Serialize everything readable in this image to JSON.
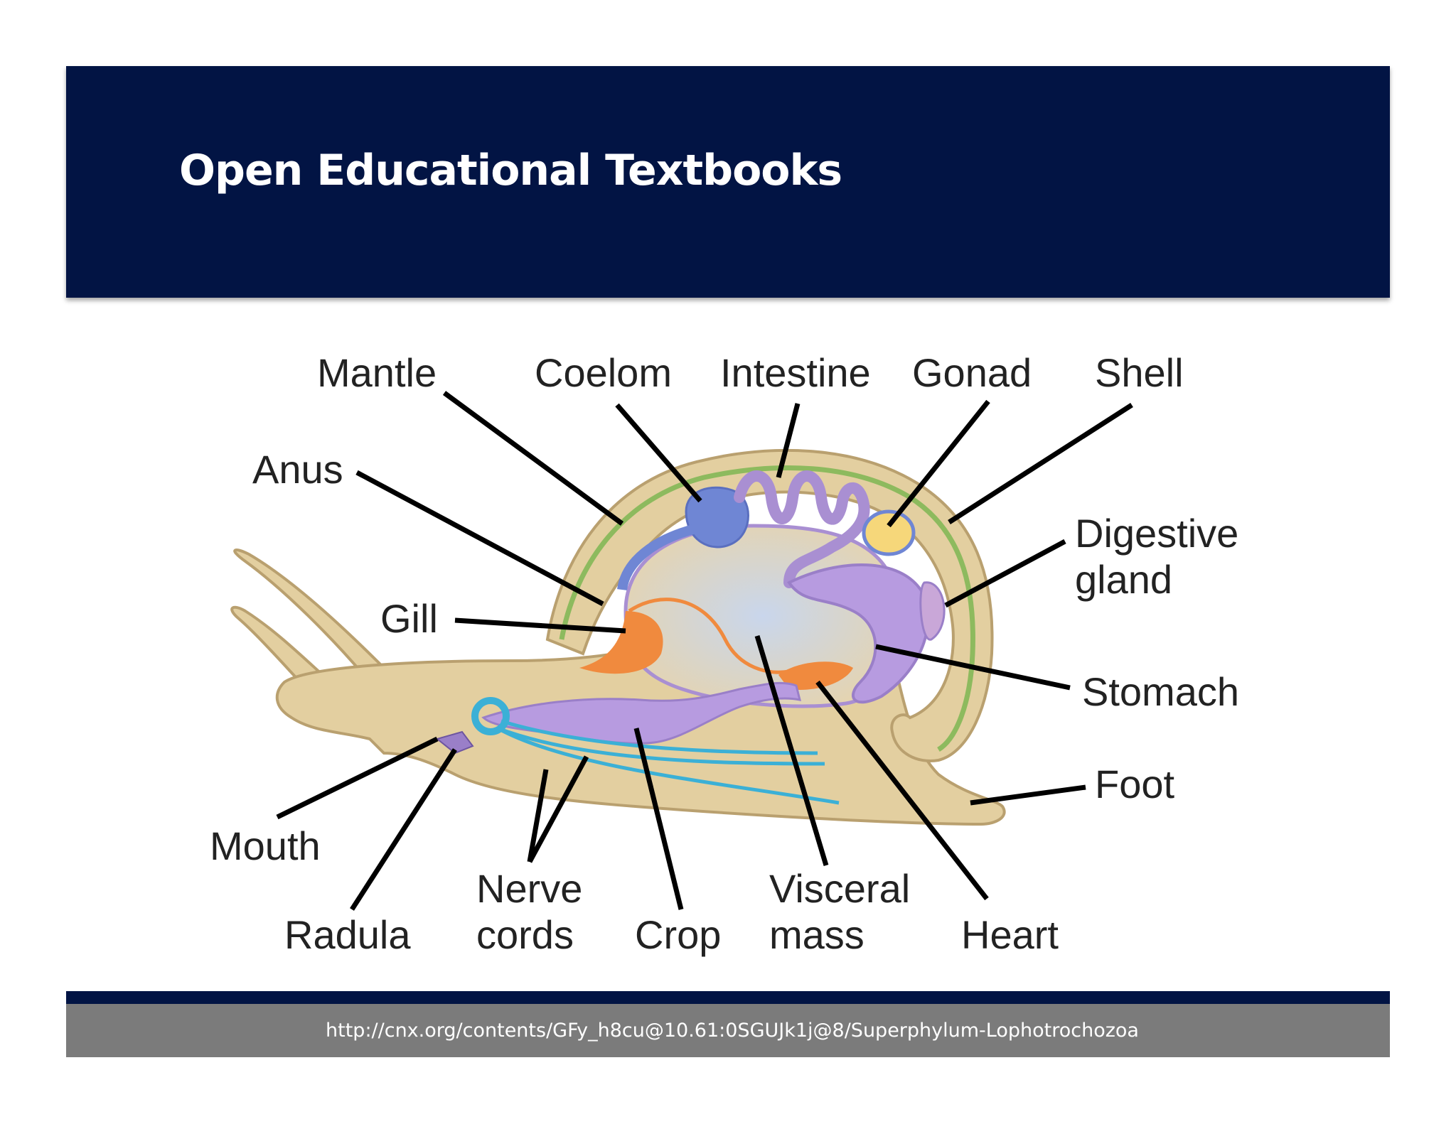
{
  "header": {
    "title": "Open Educational Textbooks"
  },
  "diagram": {
    "labels": {
      "mantle": "Mantle",
      "coelom": "Coelom",
      "intestine": "Intestine",
      "gonad": "Gonad",
      "shell": "Shell",
      "anus": "Anus",
      "digestive_1": "Digestive",
      "digestive_2": "gland",
      "gill": "Gill",
      "stomach": "Stomach",
      "foot": "Foot",
      "mouth": "Mouth",
      "radula": "Radula",
      "nerve_1": "Nerve",
      "nerve_2": "cords",
      "crop": "Crop",
      "visceral_1": "Visceral",
      "visceral_2": "mass",
      "heart": "Heart"
    }
  },
  "footer": {
    "url": "http://cnx.org/contents/GFy_h8cu@10.61:0SGUJk1j@8/Superphylum-Lophotrochozoa"
  },
  "colors": {
    "header_bg": "#021444",
    "footer_bg": "#7b7b7b",
    "body_tan": "#e3cfa0",
    "shell_green": "#8dba5e",
    "organ_purple": "#a98fd2",
    "organ_blue": "#6f86d4",
    "gill_orange": "#f08a3e",
    "gonad_yellow": "#f6d77a",
    "nerve_teal": "#3bb0d6"
  }
}
